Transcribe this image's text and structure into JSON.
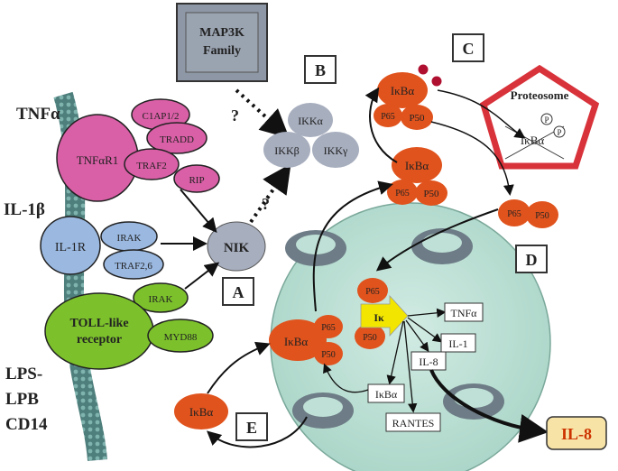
{
  "labels": {
    "map3k": [
      "MAP3K",
      "Family"
    ],
    "box_a": "A",
    "box_b": "B",
    "box_c": "C",
    "box_d": "D",
    "box_e": "E",
    "tnfa": "TNFα",
    "il1b": "IL-1β",
    "lps": "LPS-",
    "lpb": "LPB",
    "cd14": "CD14",
    "tnfar1": "TNFαR1",
    "c1ap": "C1AP1/2",
    "tradd": "TRADD",
    "traf2_top": "TRAF2",
    "rip": "RIP",
    "il1r": "IL-1R",
    "irak1": "IRAK",
    "traf2a": "TRAF2,6",
    "irak2": "IRAK",
    "toll": [
      "TOLL-like",
      "receptor"
    ],
    "myd88": "MYD88",
    "nik": "NIK",
    "q1": "?",
    "q2": "?",
    "ikka": "IKKα",
    "ikkb": "IKKβ",
    "ikkg": "IKKγ",
    "c_ikba": "IκBα",
    "c_p65": "P65",
    "c_p50": "P50",
    "p_a": "P",
    "p_b": "P",
    "proteosome": "Proteosome",
    "prot_ikba": "IκBα",
    "mid_ikba": "IκBα",
    "mid_p65": "P65",
    "mid_p50": "P50",
    "d_p65": "P65",
    "d_p50": "P50",
    "n_p65": "P65",
    "n_p50": "P50",
    "n_ik": "Iκ",
    "tnfa_out": "TNFα",
    "il1_out": "IL-1",
    "il8_box": "IL-8",
    "ikba_box": "IκBα",
    "rantes": "RANTES",
    "nuc_ikba": "IκBα",
    "nuc_p65": "P65",
    "nuc_p50": "P50",
    "e_ikba": "IκBα",
    "il8_out": "IL-8"
  },
  "colors": {
    "pink": "#d95fa6",
    "blue_receptor": "#9ab8e0",
    "green": "#7cc12b",
    "orange": "#e0531d",
    "grey_ikk": "#a7aebe",
    "nucleus": "#bfe0d6",
    "yellow_arrow": "#f2e600",
    "proteosome_red": "#d8323a",
    "il8_fill": "#f8e3a6",
    "il8_text": "#cc3300"
  }
}
